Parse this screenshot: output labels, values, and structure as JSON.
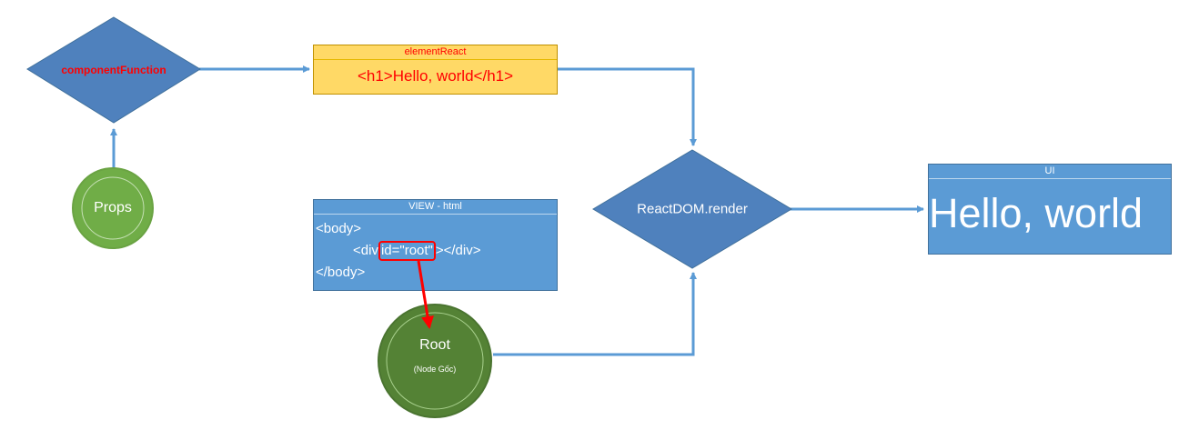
{
  "component_function": {
    "label": "componentFunction"
  },
  "element_react": {
    "title": "elementReact",
    "content": "<h1>Hello, world</h1>"
  },
  "props": {
    "label": "Props"
  },
  "view_html": {
    "title": "VIEW - html",
    "line1": "<body>",
    "line2_prefix": "<div",
    "line2_highlight": "id=\"root\"",
    "line2_suffix": "></div>",
    "line3": "</body>"
  },
  "react_dom_render": {
    "label": "ReactDOM.render"
  },
  "root": {
    "label": "Root",
    "sublabel": "(Node Gốc)"
  },
  "ui": {
    "title": "UI",
    "content": "Hello, world"
  },
  "colors": {
    "diamond": "#4f81bd",
    "edge": "#5b9bd5",
    "yellow_box": "#ffd966",
    "blue_box": "#5b9bd5",
    "props_circle": "#70ad47",
    "root_circle": "#548235",
    "highlight": "#ff0000"
  }
}
